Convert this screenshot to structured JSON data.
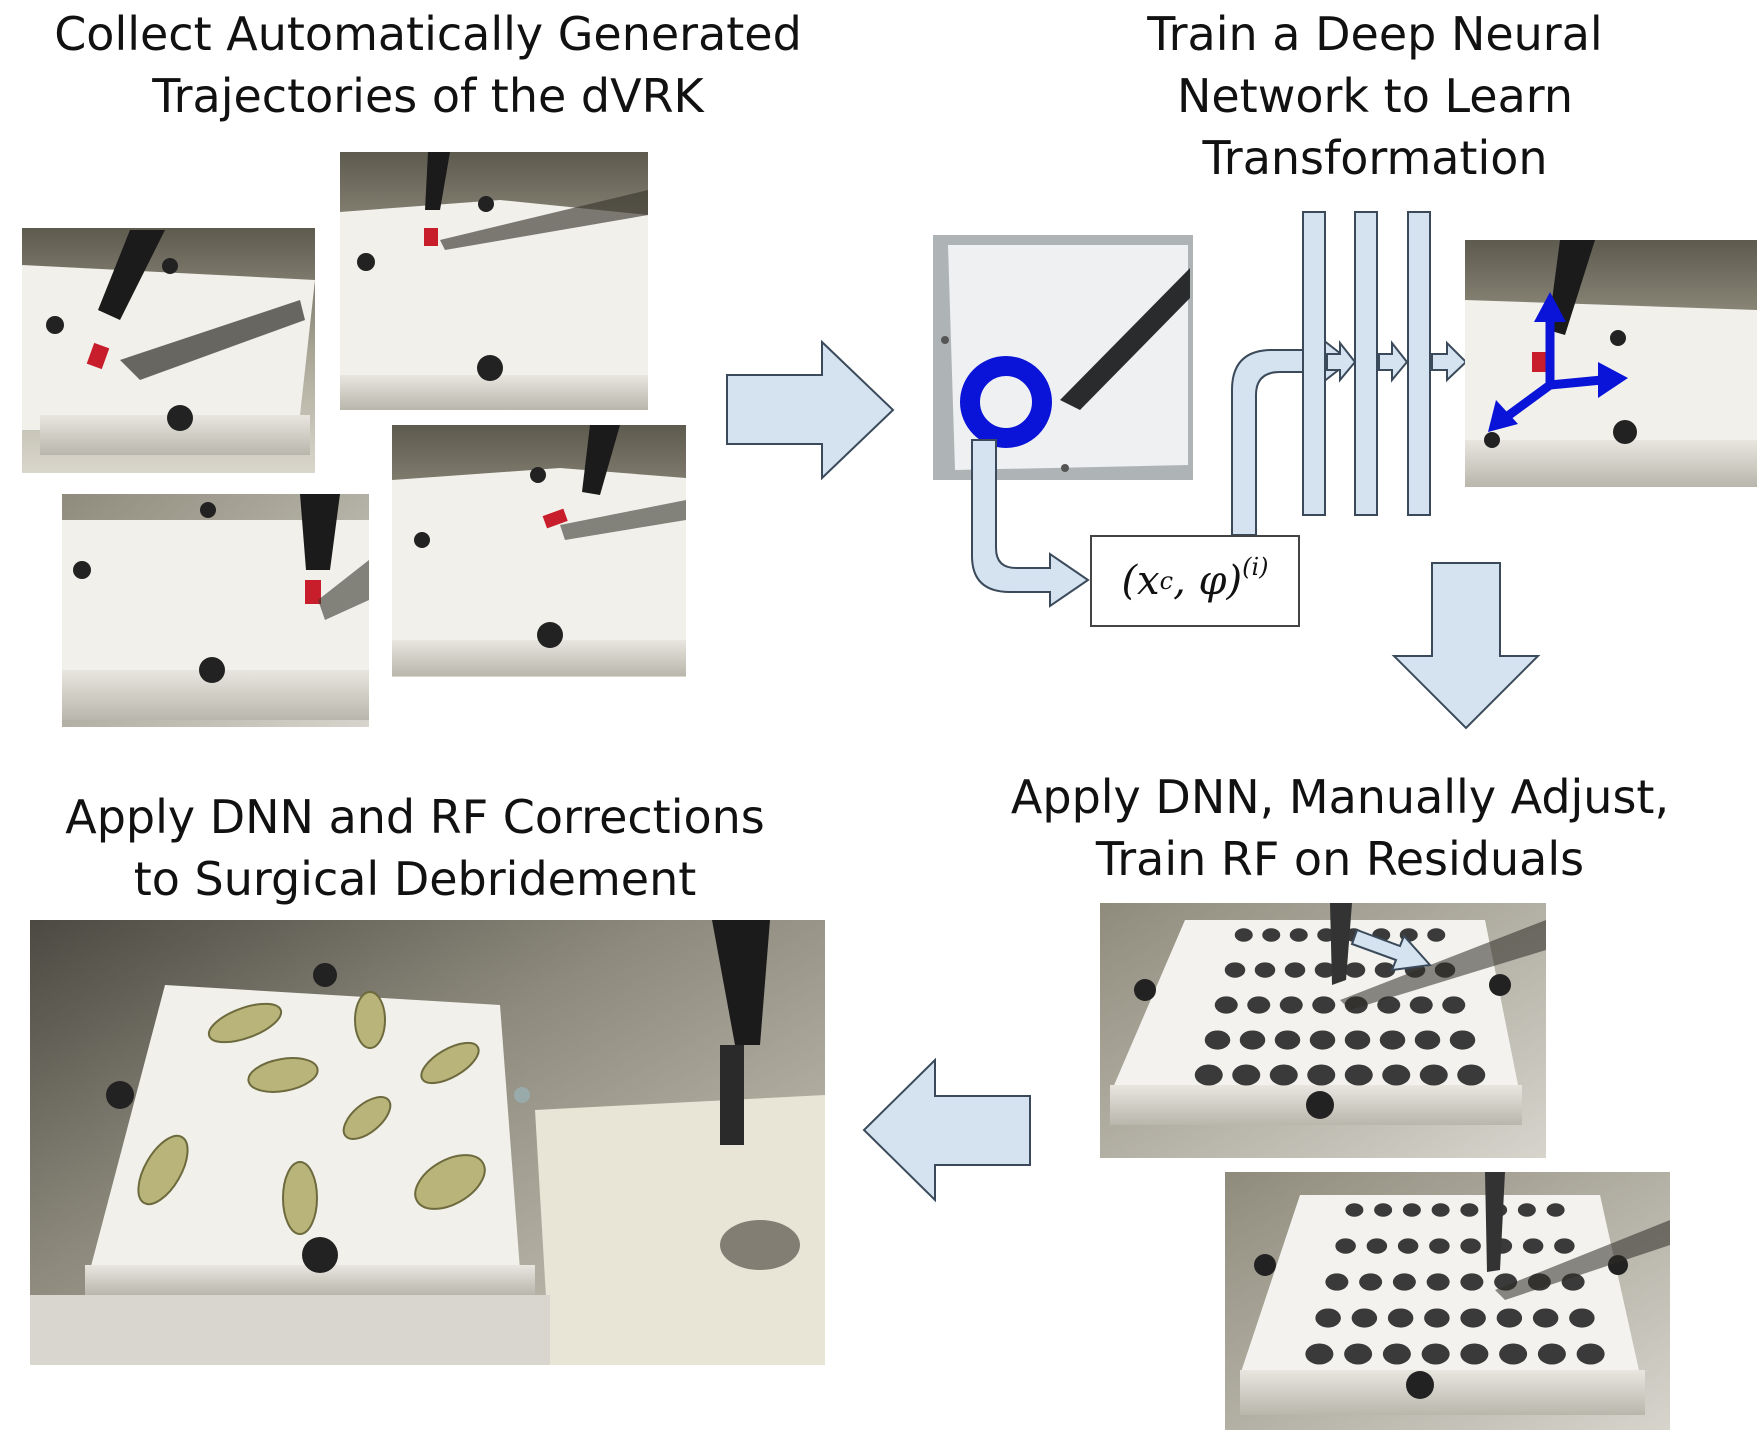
{
  "titles": {
    "collect": "Collect Automatically Generated\nTrajectories of the dVRK",
    "train": "Train a Deep Neural\nNetwork to Learn\nTransformation",
    "apply_adjust": "Apply DNN, Manually Adjust,\nTrain RF on Residuals",
    "apply_debridement": "Apply DNN and RF Corrections\nto Surgical Debridement"
  },
  "formula": {
    "main": "(x",
    "subscript": "c",
    "rest": ", φ)",
    "superscript": "(i)"
  },
  "colors": {
    "arrow_fill": "#d5e3f0",
    "arrow_stroke": "#3a4a5a",
    "marker_blue": "#0a14d8",
    "paper": "#f2f2ee",
    "dot": "#3a3a3a"
  }
}
